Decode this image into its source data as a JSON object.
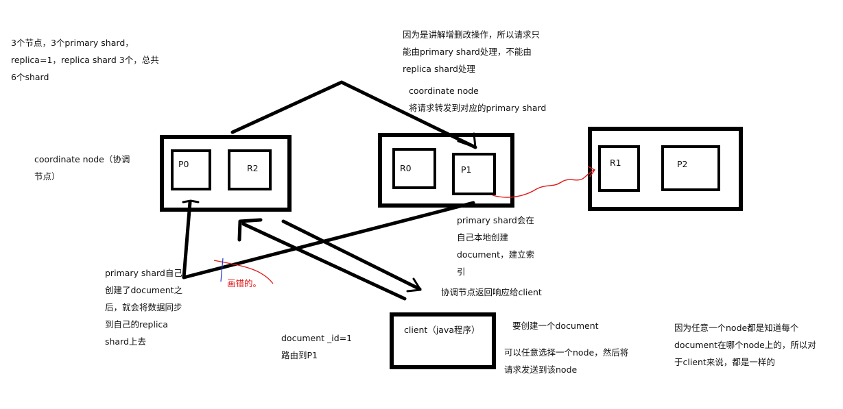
{
  "nodes": [
    {
      "shards": [
        "P0",
        "R2"
      ]
    },
    {
      "shards": [
        "R0",
        "P1"
      ]
    },
    {
      "shards": [
        "R1",
        "P2"
      ]
    }
  ],
  "client_box_label": "client（java程序）",
  "annotations": {
    "cluster_info": "3个节点，3个primary shard，\nreplica=1，replica shard 3个，总共\n6个shard",
    "coordinate_node_label": "coordinate node（协调\n节点）",
    "write_reason": "因为是讲解增删改操作，所以请求只\n能由primary shard处理，不能由\nreplica shard处理",
    "forward_note": "coordinate node\n将请求转发到对应的primary shard",
    "primary_creates": "primary shard会在\n自己本地创建\ndocument，建立索\n引",
    "primary_sync": "primary shard自己\n创建了document之\n后，就会将数据同步\n到自己的replica\nshard上去",
    "drawn_wrong": "画错的。",
    "coord_returns": "协调节点返回响应给client",
    "create_doc": "要创建一个document",
    "routing": "document _id=1\n路由到P1",
    "any_node": "可以任意选择一个node，然后将\n请求发送到该node",
    "any_node_reason": "因为任意一个node都是知道每个\ndocument在哪个node上的，所以对\n于client来说，都是一样的"
  },
  "colors": {
    "ink": "#000000",
    "red": "#e01818",
    "blue": "#2233cc"
  }
}
